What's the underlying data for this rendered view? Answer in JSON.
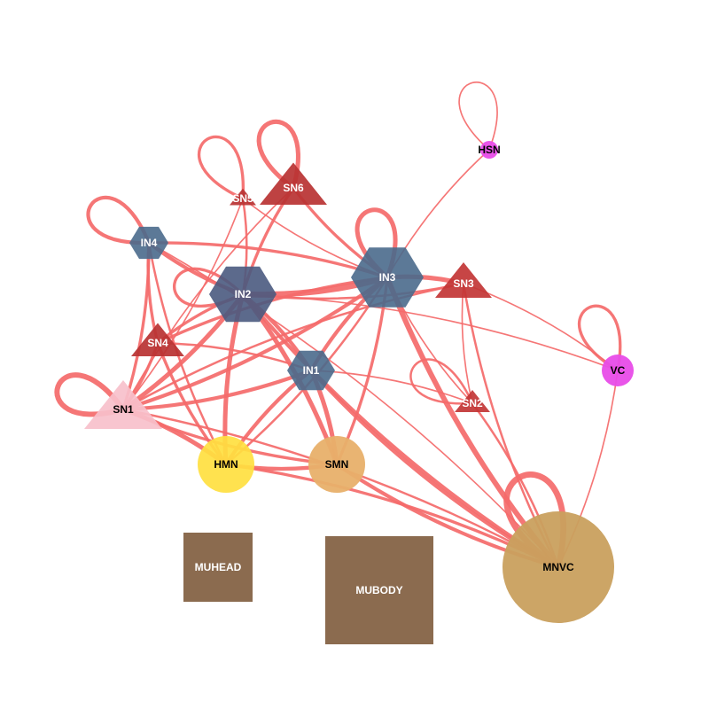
{
  "diagram": {
    "edge_color": "#f46a6a",
    "nodes": [
      {
        "id": "HSN",
        "label": "HSN",
        "shape": "circle",
        "color": "#e84ce8",
        "label_color": "#000000"
      },
      {
        "id": "SN5",
        "label": "SN5",
        "shape": "triangle",
        "color": "#b83232",
        "label_color": "#ffffff"
      },
      {
        "id": "SN6",
        "label": "SN6",
        "shape": "triangle",
        "color": "#b83232",
        "label_color": "#ffffff"
      },
      {
        "id": "IN4",
        "label": "IN4",
        "shape": "hexagon",
        "color": "#4a6a8c",
        "label_color": "#ffffff"
      },
      {
        "id": "IN2",
        "label": "IN2",
        "shape": "hexagon",
        "color": "#4a5a80",
        "label_color": "#ffffff"
      },
      {
        "id": "IN3",
        "label": "IN3",
        "shape": "hexagon",
        "color": "#4a6a8c",
        "label_color": "#ffffff"
      },
      {
        "id": "SN3",
        "label": "SN3",
        "shape": "triangle",
        "color": "#c23535",
        "label_color": "#ffffff"
      },
      {
        "id": "VC",
        "label": "VC",
        "shape": "circle",
        "color": "#e84ce8",
        "label_color": "#000000"
      },
      {
        "id": "SN4",
        "label": "SN4",
        "shape": "triangle",
        "color": "#b83232",
        "label_color": "#ffffff"
      },
      {
        "id": "IN1",
        "label": "IN1",
        "shape": "hexagon",
        "color": "#4a6a8c",
        "label_color": "#ffffff"
      },
      {
        "id": "SN2",
        "label": "SN2",
        "shape": "triangle",
        "color": "#c23535",
        "label_color": "#ffffff"
      },
      {
        "id": "SN1",
        "label": "SN1",
        "shape": "triangle",
        "color": "#f7c0cb",
        "label_color": "#000000"
      },
      {
        "id": "HMN",
        "label": "HMN",
        "shape": "circle",
        "color": "#ffe040",
        "label_color": "#000000"
      },
      {
        "id": "SMN",
        "label": "SMN",
        "shape": "circle",
        "color": "#e8b06a",
        "label_color": "#000000"
      },
      {
        "id": "MNVC",
        "label": "MNVC",
        "shape": "circle",
        "color": "#c9a05e",
        "label_color": "#000000"
      },
      {
        "id": "MUHEAD",
        "label": "MUHEAD",
        "shape": "square",
        "color": "#8b6b4f",
        "label_color": "#ffffff"
      },
      {
        "id": "MUBODY",
        "label": "MUBODY",
        "shape": "square",
        "color": "#8b6b4f",
        "label_color": "#ffffff"
      }
    ],
    "edges": [
      {
        "from": "HSN",
        "to": "HSN",
        "weight": 1
      },
      {
        "from": "HSN",
        "to": "IN3",
        "weight": 1
      },
      {
        "from": "VC",
        "to": "VC",
        "weight": 3
      },
      {
        "from": "VC",
        "to": "IN2",
        "weight": 1
      },
      {
        "from": "VC",
        "to": "MNVC",
        "weight": 1
      },
      {
        "from": "SN5",
        "to": "SN5",
        "weight": 3
      },
      {
        "from": "SN6",
        "to": "SN6",
        "weight": 5
      },
      {
        "from": "IN4",
        "to": "IN4",
        "weight": 4
      },
      {
        "from": "IN2",
        "to": "IN2",
        "weight": 3
      },
      {
        "from": "IN3",
        "to": "IN3",
        "weight": 5
      },
      {
        "from": "SN1",
        "to": "SN1",
        "weight": 6
      },
      {
        "from": "SN2",
        "to": "SN2",
        "weight": 2
      },
      {
        "from": "MNVC",
        "to": "MNVC",
        "weight": 7
      },
      {
        "from": "IN4",
        "to": "IN2",
        "weight": 4
      },
      {
        "from": "IN4",
        "to": "IN3",
        "weight": 3
      },
      {
        "from": "IN4",
        "to": "SN4",
        "weight": 3
      },
      {
        "from": "IN4",
        "to": "SN1",
        "weight": 3
      },
      {
        "from": "IN4",
        "to": "HMN",
        "weight": 2
      },
      {
        "from": "IN4",
        "to": "MNVC",
        "weight": 1
      },
      {
        "from": "IN2",
        "to": "IN3",
        "weight": 7
      },
      {
        "from": "IN2",
        "to": "IN1",
        "weight": 4
      },
      {
        "from": "IN2",
        "to": "SN4",
        "weight": 3
      },
      {
        "from": "IN2",
        "to": "SN1",
        "weight": 5
      },
      {
        "from": "IN2",
        "to": "HMN",
        "weight": 5
      },
      {
        "from": "IN2",
        "to": "SMN",
        "weight": 5
      },
      {
        "from": "IN2",
        "to": "MNVC",
        "weight": 4
      },
      {
        "from": "IN2",
        "to": "SN6",
        "weight": 3
      },
      {
        "from": "IN2",
        "to": "SN5",
        "weight": 2
      },
      {
        "from": "IN3",
        "to": "SN3",
        "weight": 5
      },
      {
        "from": "IN3",
        "to": "IN1",
        "weight": 4
      },
      {
        "from": "IN3",
        "to": "SN1",
        "weight": 4
      },
      {
        "from": "IN3",
        "to": "SN4",
        "weight": 3
      },
      {
        "from": "IN3",
        "to": "SMN",
        "weight": 3
      },
      {
        "from": "IN3",
        "to": "MNVC",
        "weight": 6
      },
      {
        "from": "IN3",
        "to": "SN6",
        "weight": 3
      },
      {
        "from": "IN3",
        "to": "SN2",
        "weight": 1
      },
      {
        "from": "IN3",
        "to": "HMN",
        "weight": 2
      },
      {
        "from": "SN3",
        "to": "MNVC",
        "weight": 2
      },
      {
        "from": "SN3",
        "to": "VC",
        "weight": 1
      },
      {
        "from": "SN3",
        "to": "SN2",
        "weight": 1
      },
      {
        "from": "SN3",
        "to": "IN2",
        "weight": 2
      },
      {
        "from": "SN3",
        "to": "SN1",
        "weight": 2
      },
      {
        "from": "IN1",
        "to": "SN1",
        "weight": 4
      },
      {
        "from": "IN1",
        "to": "HMN",
        "weight": 4
      },
      {
        "from": "IN1",
        "to": "SMN",
        "weight": 5
      },
      {
        "from": "IN1",
        "to": "MNVC",
        "weight": 4
      },
      {
        "from": "IN1",
        "to": "SN2",
        "weight": 1
      },
      {
        "from": "IN1",
        "to": "SN4",
        "weight": 2
      },
      {
        "from": "SN4",
        "to": "SN1",
        "weight": 3
      },
      {
        "from": "SN4",
        "to": "HMN",
        "weight": 3
      },
      {
        "from": "SN1",
        "to": "HMN",
        "weight": 5
      },
      {
        "from": "SN1",
        "to": "SMN",
        "weight": 3
      },
      {
        "from": "SN1",
        "to": "MNVC",
        "weight": 2
      },
      {
        "from": "HMN",
        "to": "SMN",
        "weight": 4
      },
      {
        "from": "HMN",
        "to": "MNVC",
        "weight": 3
      },
      {
        "from": "SMN",
        "to": "MNVC",
        "weight": 4
      },
      {
        "from": "SN2",
        "to": "MNVC",
        "weight": 2
      },
      {
        "from": "SN6",
        "to": "SN1",
        "weight": 1
      },
      {
        "from": "SN5",
        "to": "SN1",
        "weight": 1
      },
      {
        "from": "SN5",
        "to": "IN3",
        "weight": 1
      }
    ]
  }
}
